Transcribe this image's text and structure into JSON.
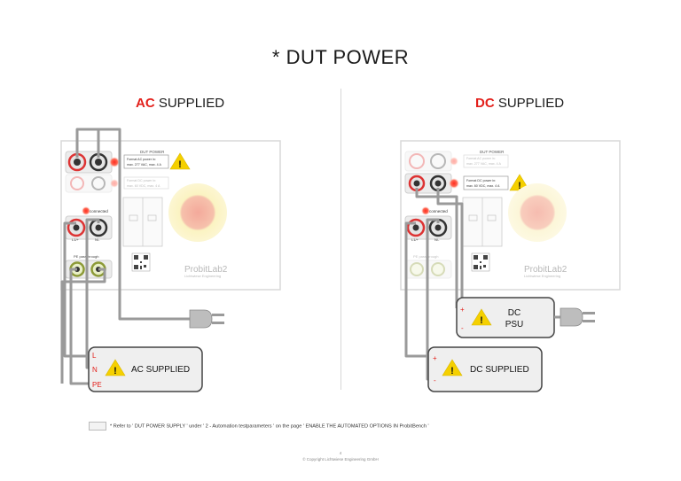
{
  "title": "* DUT POWER",
  "ac": {
    "heading_accent": "AC",
    "heading_rest": "SUPPLIED",
    "panel_label": "DUT POWER",
    "note_line1": "Format AC power in:",
    "note_line2": "max. 277 VAC, max. 4 A",
    "note2_line1": "Format DC power in:",
    "note2_line2": "max. 60 VDC, max. 4 A",
    "connected": "connected",
    "lp_label": "L1/+",
    "n_label": "N/-",
    "pe_label": "PE passthrough",
    "brand": "ProbitLab2",
    "brand_sub": "Lichtwiese Engineering",
    "device_label": "AC SUPPLIED",
    "terminals": [
      "L",
      "N",
      "PE"
    ]
  },
  "dc": {
    "heading_accent": "DC",
    "heading_rest": "SUPPLIED",
    "panel_label": "DUT POWER",
    "note_line1": "Format AC power in:",
    "note_line2": "max. 277 VAC, max. 4 A",
    "note2_line1": "Format DC power in:",
    "note2_line2": "max. 60 VDC, max. 4 A",
    "connected": "connected",
    "lp_label": "L1/+",
    "n_label": "N/-",
    "pe_label": "PE passthrough",
    "brand": "ProbitLab2",
    "brand_sub": "Lichtwiese Engineering",
    "psu_line1": "DC",
    "psu_line2": "PSU",
    "device_label": "DC SUPPLIED",
    "plus": "+",
    "minus": "-"
  },
  "footnote": "* Refer to ' DUT POWER SUPPLY ' under ' 2 - Automation testparameters ' on the page ' ENABLE THE AUTOMATED OPTIONS IN ProbitBench '",
  "page_number": "4",
  "copyright": "© Copyright Lichtwiese Engineering GmbH",
  "colors": {
    "accent": "#e3201b",
    "wire": "#9a9a9a",
    "panel_border": "#d8d8d8",
    "device_fill": "#efefef",
    "warning": "#f5d000",
    "glow_outer": "#fbf3c2",
    "glow_inner": "#f4a99b"
  }
}
